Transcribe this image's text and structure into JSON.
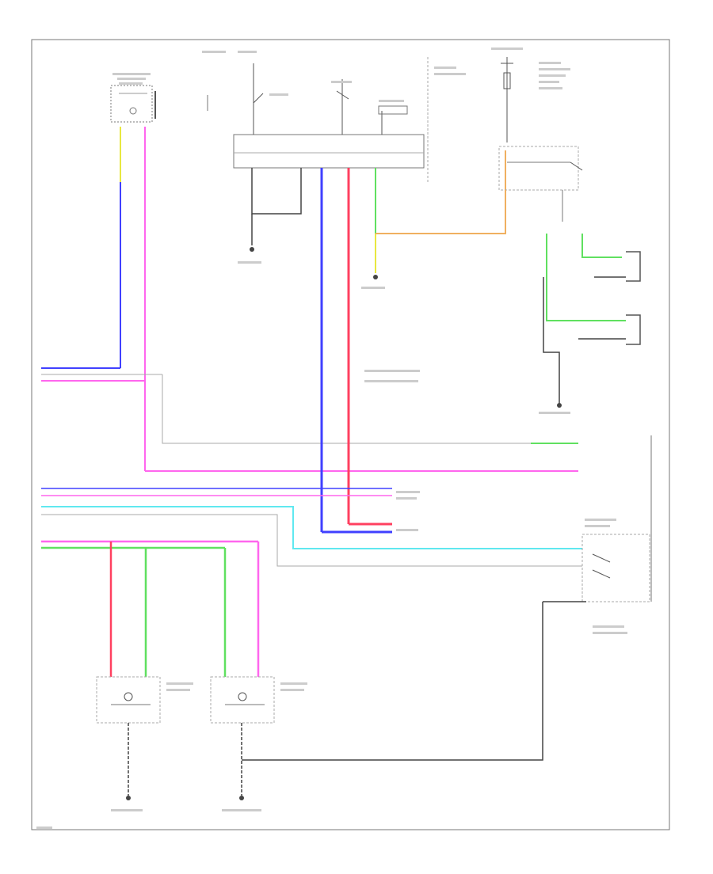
{
  "diagram": {
    "wire_colors": {
      "blue": "#4040ff",
      "pink": "#ff66ee",
      "red": "#ff4060",
      "green": "#60e060",
      "lt_green": "#80f080",
      "yellow": "#e8e840",
      "cyan": "#60e8f0",
      "orange": "#f0b060",
      "black": "#444444",
      "gray": "#888888"
    },
    "components": [
      {
        "id": "sensor-top-left",
        "icon": "sensor-icon"
      },
      {
        "id": "relay-box-top",
        "icon": "relay-icon"
      },
      {
        "id": "fuse-top-right",
        "icon": "fuse-icon"
      },
      {
        "id": "switch-right",
        "icon": "switch-icon"
      },
      {
        "id": "door-lock-switch-right",
        "icon": "switch-icon"
      },
      {
        "id": "actuator-bottom-left",
        "icon": "actuator-icon"
      },
      {
        "id": "actuator-bottom-mid",
        "icon": "actuator-icon"
      },
      {
        "id": "ground-points",
        "icon": "ground-icon"
      }
    ]
  }
}
